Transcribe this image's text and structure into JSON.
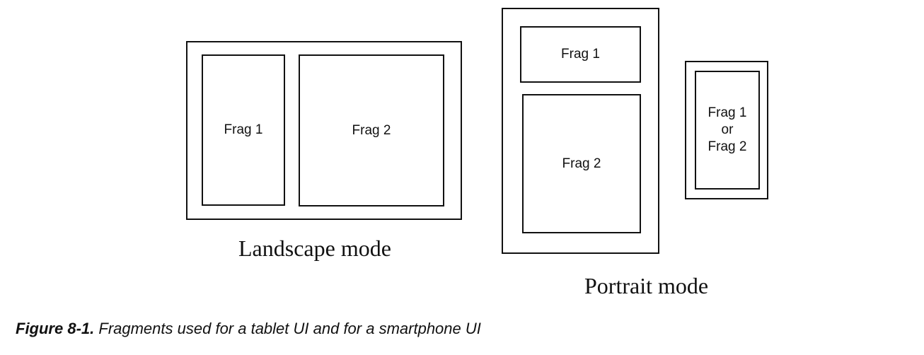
{
  "landscape": {
    "frag1": "Frag 1",
    "frag2": "Frag 2",
    "label": "Landscape mode"
  },
  "tablet_portrait": {
    "frag1": "Frag 1",
    "frag2": "Frag 2",
    "label": "Portrait mode"
  },
  "phone": {
    "line1": "Frag 1",
    "line2": "or",
    "line3": "Frag 2"
  },
  "caption": {
    "number": "Figure 8-1.",
    "text": "Fragments used for a tablet UI and for a smartphone UI"
  }
}
